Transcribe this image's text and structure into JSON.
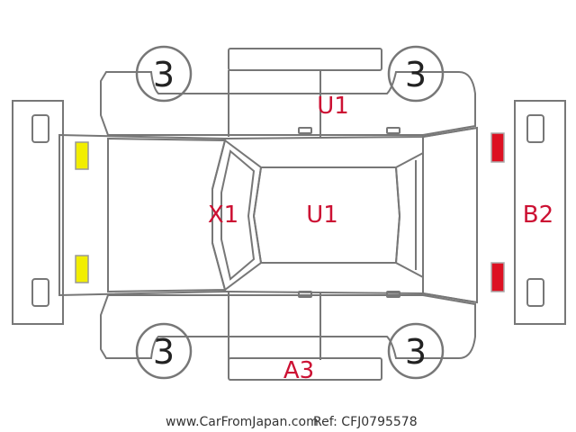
{
  "colors": {
    "outline": "#777777",
    "damage_text": "#cc1133",
    "front_light": "#f2ee00",
    "rear_light": "#dd1122",
    "background": "#ffffff"
  },
  "tires": {
    "front_left": "3",
    "front_right": "3",
    "rear_left": "3",
    "rear_right": "3"
  },
  "damage_labels": {
    "top_doors": "U1",
    "roof": "U1",
    "windshield": "X1",
    "rear": "B2",
    "bottom_sill": "A3"
  },
  "footer": {
    "site": "www.CarFromJapan.com",
    "ref": "Ref: CFJ0795578"
  }
}
